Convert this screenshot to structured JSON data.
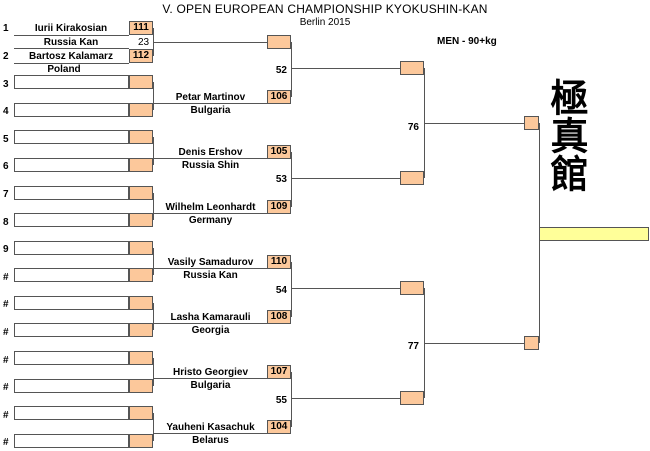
{
  "header": {
    "title": "V. OPEN EUROPEAN CHAMPIONSHIP KYOKUSHIN-KAN",
    "subtitle": "Berlin 2015",
    "category": "MEN - 90+kg"
  },
  "logo": {
    "text": "極真館",
    "icon": "kyokushin-calligraphy-logo"
  },
  "seeds": [
    "1",
    "2",
    "3",
    "4",
    "5",
    "6",
    "7",
    "8",
    "9",
    "#",
    "#",
    "#",
    "#",
    "#",
    "#",
    "#"
  ],
  "round1": [
    {
      "name": "Iurii Kirakosian",
      "country": "Russia Kan",
      "score": "111",
      "match": "23"
    },
    {
      "name": "Bartosz  Kalamarz",
      "country": "Poland",
      "score": "112"
    }
  ],
  "round2": [
    {
      "name": "Petar Martinov",
      "country": "Bulgaria",
      "score": "106"
    },
    {
      "name": "Denis Ershov",
      "country": "Russia Shin",
      "score": "105"
    },
    {
      "name": "Wilhelm  Leonhardt",
      "country": "Germany",
      "score": "109"
    },
    {
      "name": "Vasily Samadurov",
      "country": "Russia Kan",
      "score": "110"
    },
    {
      "name": "Lasha Kamarauli",
      "country": "Georgia",
      "score": "108"
    },
    {
      "name": "Hristo Georgiev",
      "country": "Bulgaria",
      "score": "107"
    },
    {
      "name": "Yauheni Kasachuk",
      "country": "Belarus",
      "score": "104"
    }
  ],
  "matches": {
    "m52": "52",
    "m53": "53",
    "m54": "54",
    "m55": "55",
    "m76": "76",
    "m77": "77"
  },
  "colors": {
    "score": "#fcc89b",
    "winner": "#ffff99",
    "line": "#555555"
  }
}
